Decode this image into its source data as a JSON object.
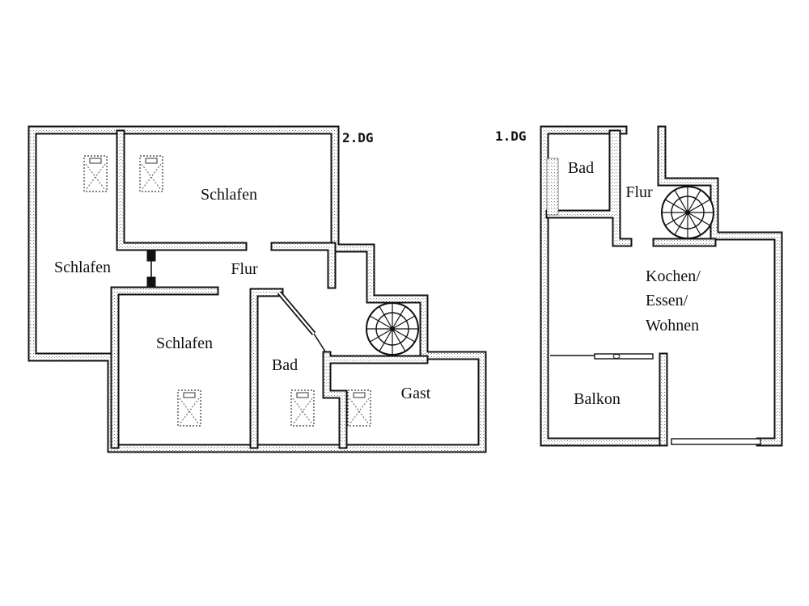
{
  "plans": [
    {
      "level": "2.DG",
      "rooms": [
        "Schlafen",
        "Schlafen",
        "Flur",
        "Schlafen",
        "Bad",
        "Gast"
      ],
      "skylight_icon": "roof-window-icon",
      "stair_icon": "spiral-staircase-icon"
    },
    {
      "level": "1.DG",
      "rooms": [
        "Bad",
        "Flur",
        "Kochen/",
        "Essen/",
        "Wohnen",
        "Balkon"
      ],
      "stair_icon": "spiral-staircase-icon"
    }
  ]
}
